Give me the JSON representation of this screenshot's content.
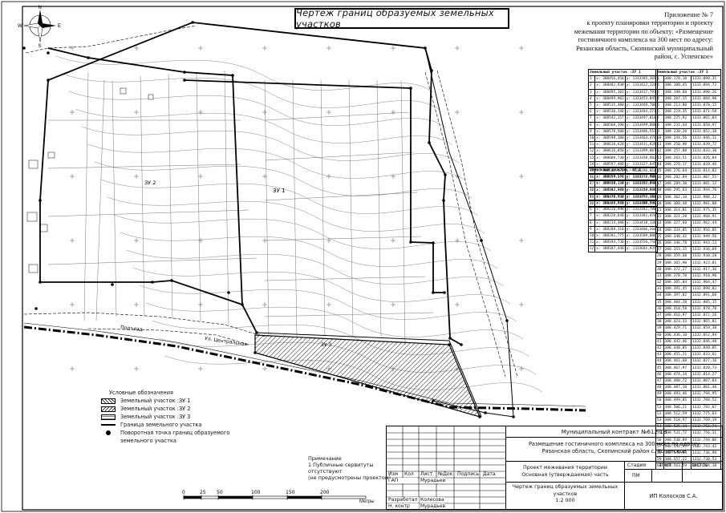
{
  "title": "Чертеж границ образуемых земельных участков",
  "appendix": [
    "Приложение № 7",
    "к проекту планировки территории и проекту",
    "межевания территории по объекту: «Размещение",
    "гостиничного комплекса на 300 мест по адресу:",
    "Рязанская область, Скопинский муниципальный",
    "район, с. Успенское»"
  ],
  "compass": {
    "n": "N",
    "s": "S",
    "w": "W",
    "e": "E"
  },
  "map_labels": {
    "parcel_1": "ЗУ 1",
    "parcel_2": "ЗУ 2",
    "parcel_3": "ЗУ 3",
    "road": "Подъезд",
    "street": "Ул. Центральная"
  },
  "legend": {
    "title": "Условные обозначения",
    "items": [
      {
        "type": "h1",
        "label": "Земельный участок :ЗУ 1"
      },
      {
        "type": "h2",
        "label": "Земельный участок :ЗУ 2"
      },
      {
        "type": "h3",
        "label": "Земельный участок :ЗУ 3"
      },
      {
        "type": "ln",
        "label": "Граница земельного участка"
      },
      {
        "type": "pt",
        "label": "Поворотная точка границ образуемого"
      },
      {
        "type": "none",
        "label": "земельного участка"
      }
    ]
  },
  "note": [
    "Примечание",
    "1 Публичные сервитуты",
    "отсутствуют",
    "(не предусмотрены проектом)"
  ],
  "scale_bar": {
    "ticks": [
      "0",
      "25",
      "50",
      "100",
      "150",
      "200"
    ],
    "unit": "Метры"
  },
  "table_a": {
    "caption": "Земельный участок :ЗУ 1",
    "rows": [
      [
        "1",
        "x: 388456,450",
        "y: 1333385,369"
      ],
      [
        "2",
        "x: 388482,930",
        "y: 1333422,124"
      ],
      [
        "3",
        "x: 388495,103",
        "y: 1333437,791"
      ],
      [
        "4",
        "x: 388499,903",
        "y: 1333453,845"
      ],
      [
        "5",
        "x: 388515,400",
        "y: 1333469,700"
      ],
      [
        "6",
        "x: 388530,348",
        "y: 1333484,271"
      ],
      [
        "7",
        "x: 388542,157",
        "y: 1333497,810"
      ],
      [
        "8",
        "x: 388560,390",
        "y: 1333499,008"
      ],
      [
        "9",
        "x: 388578,500",
        "y: 1333486,553"
      ],
      [
        "10",
        "x: 388598,100",
        "y: 1333463,470"
      ],
      [
        "11",
        "x: 388610,620",
        "y: 1333431,028"
      ],
      [
        "12",
        "x: 388616,050",
        "y: 1333399,007"
      ],
      [
        "13",
        "x: 388608,730",
        "y: 1333358,602"
      ],
      [
        "14",
        "x: 388597,400",
        "y: 1333327,045"
      ],
      [
        "15",
        "x: 388580,470",
        "y: 1333296,054"
      ],
      [
        "16",
        "x: 388559,370",
        "y: 1333278,908"
      ],
      [
        "17",
        "x: 388528,130",
        "y: 1333262,090"
      ],
      [
        "18",
        "x: 388503,370",
        "y: 1333257,029"
      ],
      [
        "19",
        "x: 388478,590",
        "y: 1333271,106"
      ],
      [
        "20",
        "x: 388461,910",
        "y: 1333306,240"
      ]
    ]
  },
  "table_b": {
    "caption": "Земельный участок :ЗУ 2",
    "rows": [
      [
        "1",
        "x: 388250,544",
        "y: 1333157,906"
      ],
      [
        "2",
        "x: 388248,150",
        "y: 1333193,860"
      ],
      [
        "3",
        "x: 388242,908",
        "y: 1333228,996"
      ],
      [
        "4",
        "x: 388238,450",
        "y: 1333263,201"
      ],
      [
        "5",
        "x: 388230,840",
        "y: 1333300,006"
      ],
      [
        "6",
        "x: 388226,490",
        "y: 1333342,788"
      ],
      [
        "7",
        "x: 388220,640",
        "y: 1333381,470"
      ],
      [
        "8",
        "x: 388214,480",
        "y: 1333418,130"
      ],
      [
        "9",
        "x: 388208,110",
        "y: 1333466,260"
      ],
      [
        "10",
        "x: 388201,775",
        "y: 1333509,086"
      ],
      [
        "11",
        "x: 388194,730",
        "y: 1333556,750"
      ],
      [
        "12",
        "x: 388187,440",
        "y: 1333601,935"
      ]
    ]
  },
  "table_c": {
    "caption": "Земельный участок :ЗУ 3",
    "rows": [
      [
        "1",
        "388.178,10",
        "1333.098,31"
      ],
      [
        "2",
        "388.188,45",
        "1333.094,72"
      ],
      [
        "3",
        "388.198,60",
        "1333.090,26"
      ],
      [
        "4",
        "388.207,15",
        "1333.084,90"
      ],
      [
        "5",
        "388.213,80",
        "1333.078,15"
      ],
      [
        "6",
        "388.219,35",
        "1333.071,58"
      ],
      [
        "7",
        "388.225,92",
        "1333.065,04"
      ],
      [
        "8",
        "388.231,44",
        "1333.058,97"
      ],
      [
        "9",
        "388.238,20",
        "1333.052,38"
      ],
      [
        "10",
        "388.244,56",
        "1333.046,11"
      ],
      [
        "11",
        "388.250,90",
        "1333.039,72"
      ],
      [
        "12",
        "388.257,08",
        "1333.033,30"
      ],
      [
        "13",
        "388.263,51",
        "1333.026,84"
      ],
      [
        "14",
        "388.270,17",
        "1333.020,46"
      ],
      [
        "15",
        "388.276,64",
        "1333.014,02"
      ],
      [
        "16",
        "388.282,89",
        "1333.007,55"
      ],
      [
        "17",
        "388.289,30",
        "1333.001,12"
      ],
      [
        "18",
        "388.295,63",
        "1332.994,70"
      ],
      [
        "19",
        "388.302,10",
        "1332.988,22"
      ],
      [
        "20",
        "388.308,48",
        "1332.981,80"
      ],
      [
        "21",
        "388.314,81",
        "1332.975,35"
      ],
      [
        "22",
        "388.321,20",
        "1332.968,91"
      ],
      [
        "23",
        "388.327,60",
        "1332.962,44"
      ],
      [
        "24",
        "388.334,05",
        "1332.956,05"
      ],
      [
        "25",
        "388.340,32",
        "1332.949,56"
      ],
      [
        "26",
        "388.346,78",
        "1332.943,13"
      ],
      [
        "27",
        "388.353,15",
        "1332.936,69"
      ],
      [
        "28",
        "388.359,60",
        "1332.930,28"
      ],
      [
        "29",
        "388.365,90",
        "1332.923,81"
      ],
      [
        "30",
        "388.372,27",
        "1332.917,36"
      ],
      [
        "31",
        "388.378,70",
        "1332.910,90"
      ],
      [
        "32",
        "388.385,04",
        "1332.904,47"
      ],
      [
        "33",
        "388.391,45",
        "1332.898,02"
      ],
      [
        "34",
        "388.397,82",
        "1332.891,60"
      ],
      [
        "35",
        "388.404,20",
        "1332.885,15"
      ],
      [
        "36",
        "388.410,58",
        "1332.878,70"
      ],
      [
        "37",
        "388.416,97",
        "1332.872,26"
      ],
      [
        "38",
        "388.423,33",
        "1332.865,81"
      ],
      [
        "39",
        "388.429,71",
        "1332.859,38"
      ],
      [
        "40",
        "388.436,10",
        "1332.852,94"
      ],
      [
        "41",
        "388.442,46",
        "1332.846,48"
      ],
      [
        "42",
        "388.448,85",
        "1332.840,05"
      ],
      [
        "43",
        "388.455,21",
        "1332.833,61"
      ],
      [
        "44",
        "388.461,60",
        "1332.827,16"
      ],
      [
        "45",
        "388.467,97",
        "1332.820,73"
      ],
      [
        "46",
        "388.474,34",
        "1332.814,27"
      ],
      [
        "47",
        "388.480,72",
        "1332.807,84"
      ],
      [
        "48",
        "388.487,10",
        "1332.801,40"
      ],
      [
        "49",
        "388.493,46",
        "1332.794,95"
      ],
      [
        "50",
        "388.499,85",
        "1332.788,52"
      ],
      [
        "51",
        "388.506,21",
        "1332.782,07"
      ],
      [
        "52",
        "388.512,59",
        "1332.775,63"
      ],
      [
        "53",
        "388.518,97",
        "1332.769,19"
      ],
      [
        "54",
        "388.525,34",
        "1332.762,74"
      ],
      [
        "55",
        "388.531,72",
        "1332.756,31"
      ],
      [
        "56",
        "388.538,09",
        "1332.749,86"
      ],
      [
        "57",
        "388.544,47",
        "1332.743,42"
      ],
      [
        "58",
        "388.550,84",
        "1332.736,98"
      ],
      [
        "59",
        "388.557,22",
        "1332.730,53"
      ],
      [
        "60",
        "388.563,59",
        "1332.724,10"
      ]
    ]
  },
  "stamp": {
    "contract": "Муниципальный контракт №612-18",
    "object_lines": [
      "Размещение гостиничного комплекса на 300 мест по адресу",
      "Рязанская область, Скопинский район с. Успенское"
    ],
    "headers": [
      "Изм",
      "Кол",
      "Лист",
      "№Док",
      "Подпись",
      "Дата"
    ],
    "role_1": "ГАП",
    "name_1": "Мурадьев",
    "role_2": "Разработал",
    "name_2": "Колесова",
    "role_3": "Н. контр",
    "name_3": "Мурадьев",
    "stage_label": "Стадия",
    "sheet_label": "Лист",
    "sheets_label": "Листов",
    "stage": "ПМ",
    "part_lines": [
      "Проект межевания территории",
      "Основная (утверждаемая) часть"
    ],
    "drawing_lines": [
      "Чертеж границ образуемых земельных",
      "участков"
    ],
    "scale": "1:2 000",
    "company": "ИП Колосков С.А."
  }
}
